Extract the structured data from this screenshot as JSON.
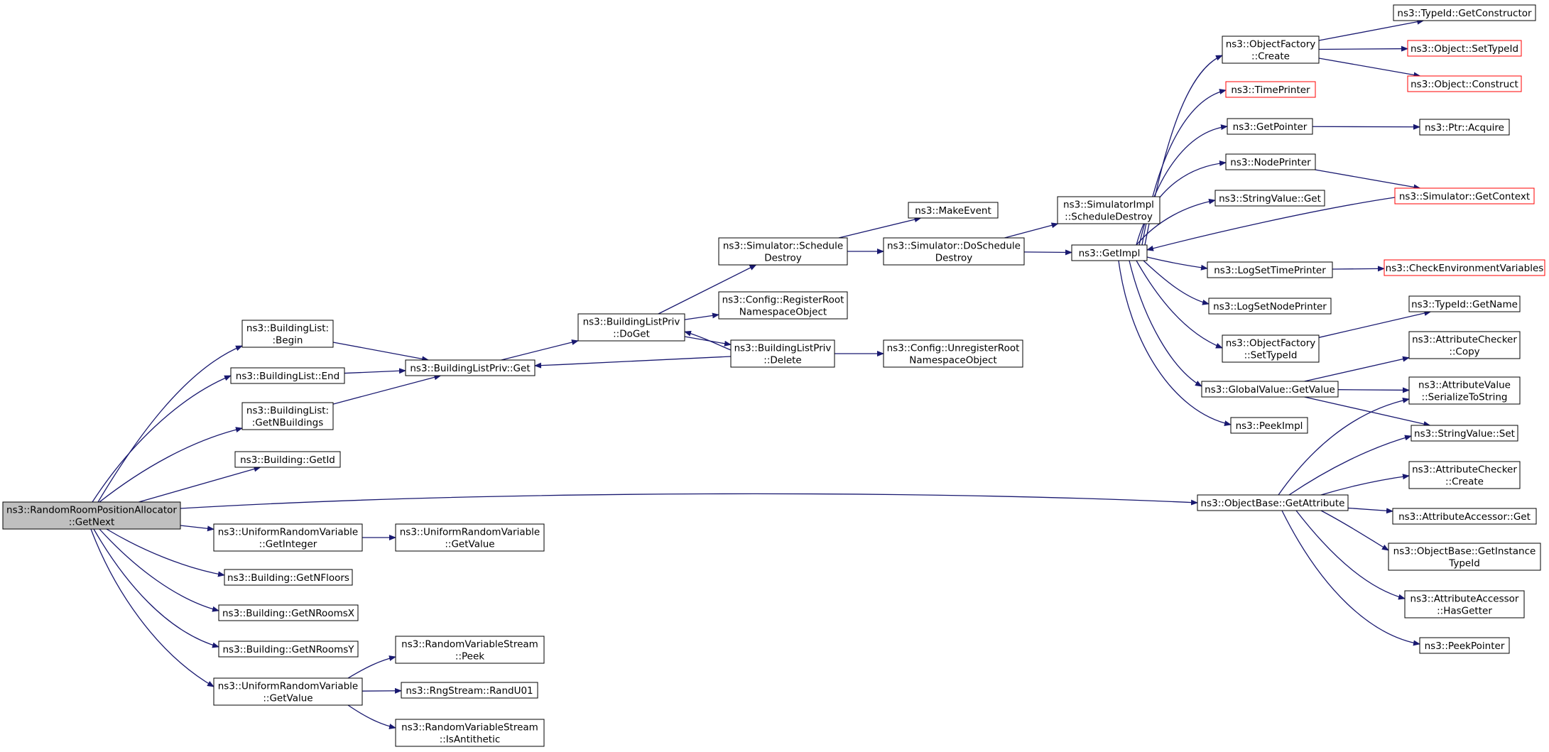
{
  "colors": {
    "edge": "#191970",
    "border": "#000000",
    "border_missing": "#ff0000",
    "root_fill": "#bfbfbf",
    "node_fill": "#ffffff"
  },
  "nodes": [
    {
      "id": "root",
      "lines": [
        "ns3::RandomRoomPositionAllocator",
        "::GetNext"
      ],
      "style": "root"
    },
    {
      "id": "bl_begin",
      "lines": [
        "ns3::BuildingList:",
        ":Begin"
      ]
    },
    {
      "id": "bl_end",
      "lines": [
        "ns3::BuildingList::End"
      ]
    },
    {
      "id": "bl_getn",
      "lines": [
        "ns3::BuildingList:",
        ":GetNBuildings"
      ]
    },
    {
      "id": "b_getid",
      "lines": [
        "ns3::Building::GetId"
      ]
    },
    {
      "id": "urv_getint",
      "lines": [
        "ns3::UniformRandomVariable",
        "::GetInteger"
      ]
    },
    {
      "id": "b_floors",
      "lines": [
        "ns3::Building::GetNFloors"
      ]
    },
    {
      "id": "b_roomsx",
      "lines": [
        "ns3::Building::GetNRoomsX"
      ]
    },
    {
      "id": "b_roomsy",
      "lines": [
        "ns3::Building::GetNRoomsY"
      ]
    },
    {
      "id": "urv_getval1",
      "lines": [
        "ns3::UniformRandomVariable",
        "::GetValue"
      ]
    },
    {
      "id": "urv_getval2",
      "lines": [
        "ns3::UniformRandomVariable",
        "::GetValue"
      ]
    },
    {
      "id": "blp_get",
      "lines": [
        "ns3::BuildingListPriv::Get"
      ]
    },
    {
      "id": "blp_doget",
      "lines": [
        "ns3::BuildingListPriv",
        "::DoGet"
      ]
    },
    {
      "id": "blp_delete",
      "lines": [
        "ns3::BuildingListPriv",
        "::Delete"
      ]
    },
    {
      "id": "sim_sched",
      "lines": [
        "ns3::Simulator::Schedule",
        "Destroy"
      ]
    },
    {
      "id": "cfg_reg",
      "lines": [
        "ns3::Config::RegisterRoot",
        "NamespaceObject"
      ]
    },
    {
      "id": "cfg_unreg",
      "lines": [
        "ns3::Config::UnregisterRoot",
        "NamespaceObject"
      ]
    },
    {
      "id": "makeevent",
      "lines": [
        "ns3::MakeEvent"
      ]
    },
    {
      "id": "sim_dosched",
      "lines": [
        "ns3::Simulator::DoSchedule",
        "Destroy"
      ]
    },
    {
      "id": "simimpl_sched",
      "lines": [
        "ns3::SimulatorImpl",
        "::ScheduleDestroy"
      ]
    },
    {
      "id": "getimpl",
      "lines": [
        "ns3::GetImpl"
      ]
    },
    {
      "id": "of_create",
      "lines": [
        "ns3::ObjectFactory",
        "::Create"
      ]
    },
    {
      "id": "timeprinter",
      "lines": [
        "ns3::TimePrinter"
      ],
      "style": "missing"
    },
    {
      "id": "getpointer",
      "lines": [
        "ns3::GetPointer"
      ]
    },
    {
      "id": "nodeprinter",
      "lines": [
        "ns3::NodePrinter"
      ]
    },
    {
      "id": "sv_get",
      "lines": [
        "ns3::StringValue::Get"
      ]
    },
    {
      "id": "logsettime",
      "lines": [
        "ns3::LogSetTimePrinter"
      ]
    },
    {
      "id": "logsetnode",
      "lines": [
        "ns3::LogSetNodePrinter"
      ]
    },
    {
      "id": "of_settypeid",
      "lines": [
        "ns3::ObjectFactory",
        "::SetTypeId"
      ]
    },
    {
      "id": "gv_getvalue",
      "lines": [
        "ns3::GlobalValue::GetValue"
      ]
    },
    {
      "id": "peekimpl",
      "lines": [
        "ns3::PeekImpl"
      ]
    },
    {
      "id": "tid_getctor",
      "lines": [
        "ns3::TypeId::GetConstructor"
      ]
    },
    {
      "id": "obj_settypeid",
      "lines": [
        "ns3::Object::SetTypeId"
      ],
      "style": "missing"
    },
    {
      "id": "obj_construct",
      "lines": [
        "ns3::Object::Construct"
      ],
      "style": "missing"
    },
    {
      "id": "ptr_acquire",
      "lines": [
        "ns3::Ptr::Acquire"
      ]
    },
    {
      "id": "sim_getctx",
      "lines": [
        "ns3::Simulator::GetContext"
      ],
      "style": "missing"
    },
    {
      "id": "checkenv",
      "lines": [
        "ns3::CheckEnvironmentVariables"
      ],
      "style": "missing"
    },
    {
      "id": "tid_getname",
      "lines": [
        "ns3::TypeId::GetName"
      ]
    },
    {
      "id": "ac_copy",
      "lines": [
        "ns3::AttributeChecker",
        "::Copy"
      ]
    },
    {
      "id": "av_serialize",
      "lines": [
        "ns3::AttributeValue",
        "::SerializeToString"
      ]
    },
    {
      "id": "sv_set",
      "lines": [
        "ns3::StringValue::Set"
      ]
    },
    {
      "id": "ob_getattr",
      "lines": [
        "ns3::ObjectBase::GetAttribute"
      ]
    },
    {
      "id": "ac_create",
      "lines": [
        "ns3::AttributeChecker",
        "::Create"
      ]
    },
    {
      "id": "aa_get",
      "lines": [
        "ns3::AttributeAccessor::Get"
      ]
    },
    {
      "id": "ob_getinst",
      "lines": [
        "ns3::ObjectBase::GetInstance",
        "TypeId"
      ]
    },
    {
      "id": "aa_hasgetter",
      "lines": [
        "ns3::AttributeAccessor",
        "::HasGetter"
      ]
    },
    {
      "id": "peekpointer",
      "lines": [
        "ns3::PeekPointer"
      ]
    },
    {
      "id": "rvs_peek",
      "lines": [
        "ns3::RandomVariableStream",
        "::Peek"
      ]
    },
    {
      "id": "rng_randu01",
      "lines": [
        "ns3::RngStream::RandU01"
      ]
    },
    {
      "id": "rvs_isanti",
      "lines": [
        "ns3::RandomVariableStream",
        "::IsAntithetic"
      ]
    }
  ],
  "edges": [
    [
      "root",
      "bl_begin"
    ],
    [
      "root",
      "bl_end"
    ],
    [
      "root",
      "bl_getn"
    ],
    [
      "root",
      "b_getid"
    ],
    [
      "root",
      "urv_getint"
    ],
    [
      "root",
      "b_floors"
    ],
    [
      "root",
      "b_roomsx"
    ],
    [
      "root",
      "b_roomsy"
    ],
    [
      "root",
      "urv_getval2"
    ],
    [
      "root",
      "ob_getattr"
    ],
    [
      "bl_begin",
      "blp_get"
    ],
    [
      "bl_end",
      "blp_get"
    ],
    [
      "bl_getn",
      "blp_get"
    ],
    [
      "blp_get",
      "blp_doget"
    ],
    [
      "blp_doget",
      "sim_sched"
    ],
    [
      "blp_doget",
      "cfg_reg"
    ],
    [
      "blp_doget",
      "blp_delete"
    ],
    [
      "blp_delete",
      "blp_doget"
    ],
    [
      "blp_delete",
      "blp_get"
    ],
    [
      "blp_delete",
      "cfg_unreg"
    ],
    [
      "sim_sched",
      "makeevent"
    ],
    [
      "sim_sched",
      "sim_dosched"
    ],
    [
      "sim_dosched",
      "simimpl_sched"
    ],
    [
      "sim_dosched",
      "getimpl"
    ],
    [
      "getimpl",
      "of_create"
    ],
    [
      "getimpl",
      "timeprinter"
    ],
    [
      "getimpl",
      "getpointer"
    ],
    [
      "getimpl",
      "nodeprinter"
    ],
    [
      "getimpl",
      "sv_get"
    ],
    [
      "getimpl",
      "logsettime"
    ],
    [
      "getimpl",
      "logsetnode"
    ],
    [
      "getimpl",
      "of_settypeid"
    ],
    [
      "getimpl",
      "gv_getvalue"
    ],
    [
      "getimpl",
      "peekimpl"
    ],
    [
      "sim_getctx",
      "getimpl"
    ],
    [
      "of_create",
      "tid_getctor"
    ],
    [
      "of_create",
      "obj_settypeid"
    ],
    [
      "of_create",
      "obj_construct"
    ],
    [
      "getpointer",
      "ptr_acquire"
    ],
    [
      "nodeprinter",
      "sim_getctx"
    ],
    [
      "logsettime",
      "checkenv"
    ],
    [
      "of_settypeid",
      "tid_getname"
    ],
    [
      "gv_getvalue",
      "ac_copy"
    ],
    [
      "gv_getvalue",
      "av_serialize"
    ],
    [
      "gv_getvalue",
      "sv_set"
    ],
    [
      "ob_getattr",
      "av_serialize"
    ],
    [
      "ob_getattr",
      "sv_set"
    ],
    [
      "ob_getattr",
      "ac_create"
    ],
    [
      "ob_getattr",
      "aa_get"
    ],
    [
      "ob_getattr",
      "ob_getinst"
    ],
    [
      "ob_getattr",
      "aa_hasgetter"
    ],
    [
      "ob_getattr",
      "peekpointer"
    ],
    [
      "urv_getint",
      "urv_getval1"
    ],
    [
      "urv_getval2",
      "rvs_peek"
    ],
    [
      "urv_getval2",
      "rng_randu01"
    ],
    [
      "urv_getval2",
      "rvs_isanti"
    ]
  ]
}
